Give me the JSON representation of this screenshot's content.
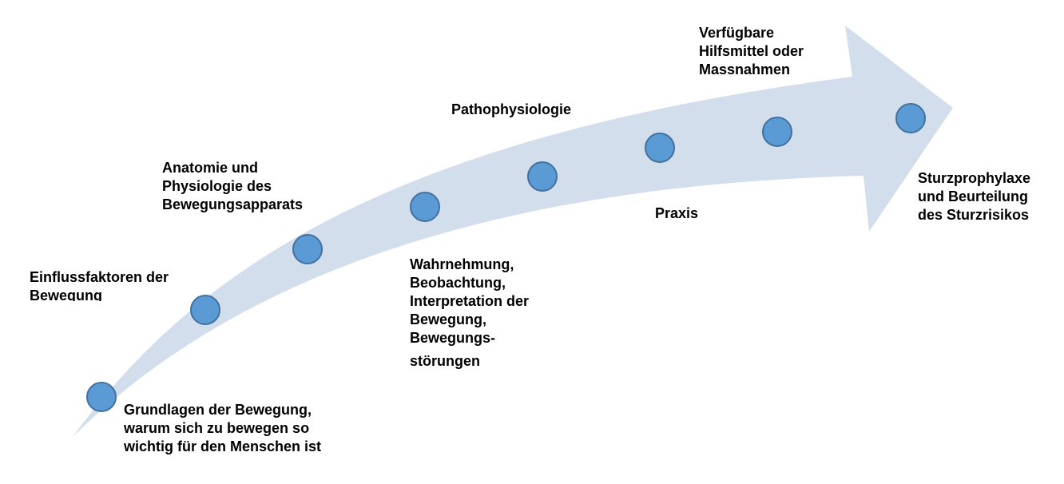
{
  "colors": {
    "arrow_fill": "#d3deed",
    "dot_fill": "#5b9bd5",
    "dot_stroke": "#41719c"
  },
  "steps": [
    {
      "lines": [
        "Grundlagen der Bewegung,",
        "warum sich zu bewegen so",
        "wichtig für den Menschen ist"
      ]
    },
    {
      "lines": [
        "Einflussfaktoren der",
        "Bewegung"
      ]
    },
    {
      "lines": [
        "Anatomie und",
        "Physiologie des",
        "Bewegungsapparats"
      ]
    },
    {
      "lines": [
        "Wahrnehmung,",
        "Beobachtung,",
        "Interpretation der",
        "Bewegung,",
        "Bewegungs-",
        "störungen"
      ]
    },
    {
      "lines": [
        "Pathophysiologie"
      ]
    },
    {
      "lines": [
        "Praxis"
      ]
    },
    {
      "lines": [
        "Verfügbare",
        "Hilfsmittel oder",
        "Massnahmen"
      ]
    },
    {
      "lines": [
        "Sturzprophylaxe",
        "und Beurteilung",
        "des Sturzrisikos"
      ]
    }
  ]
}
